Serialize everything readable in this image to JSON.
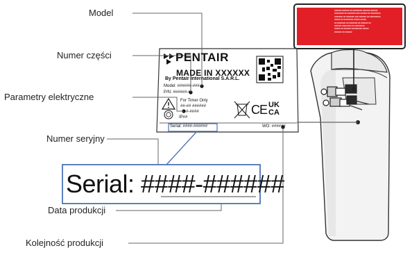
{
  "callouts": {
    "model": "Model",
    "part_number": "Numer części",
    "electrical": "Parametry elektryczne",
    "serial_number": "Numer seryjny",
    "production_date": "Data produkcji",
    "production_sequence": "Kolejność produkcji"
  },
  "label_plate": {
    "brand": "PENTAIR",
    "made_in": "MADE IN XXXXXX",
    "by_company": "By Pentair International S.A.R.L.",
    "model_line": "Model: ######-###",
    "pn_line": "P/N: ######-#",
    "timer_line": "For Timer Only",
    "elec_line_1": "##-##  ######",
    "elec_line_2": "#-####",
    "elec_line_3": "IP##",
    "serial_small": "Serial: ####-######",
    "wo_line": "WO: ######",
    "ce_mark": "CE",
    "ukca_mark_1": "UK",
    "ukca_mark_2": "CA"
  },
  "zoom": {
    "serial_text": "Serial: ####-######"
  },
  "warning_label": {
    "lines": [
      "XXXXXX XXXXXX XX XXXXXXXX XXXXXX XXXXXX",
      "XXXXXXXX XX XXXXXXX XXX XXXXXX XX XXXXXXXX",
      "XXXXXXX XX XXXXXXX XXX XXXXXX XX XXXXXXXXX",
      "XXXXX XX XXXXXXXX XXXXX XXXXX",
      "XX XXXXXXX XX XXXXXXX XX XXXXXX XX",
      "XXXXXX XXXXXXXX XX XXXXXXXX",
      "XXXXX XX XXXXXX XXXXXXXXX XXXXX",
      "XXXXXX XX XXXXXX"
    ]
  },
  "colors": {
    "line": "#666666",
    "serial_highlight": "#4a73b5",
    "warning_red": "#e21f26",
    "tank_body": "#f3f3f3"
  }
}
